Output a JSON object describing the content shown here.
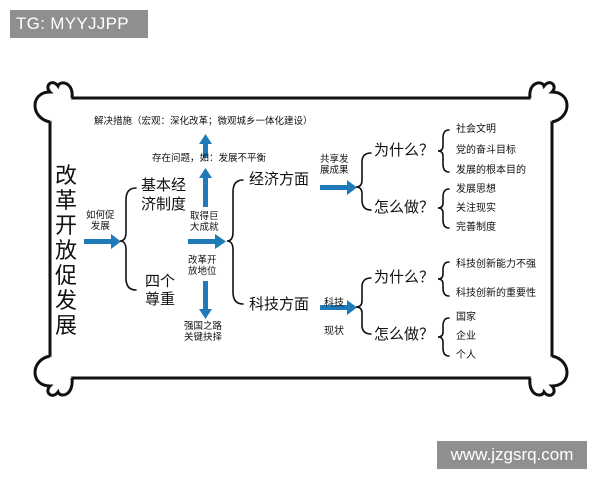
{
  "watermark_top": "TG: MYYJJPP",
  "watermark_bottom": "www.jzgsrq.com",
  "colors": {
    "arrow": "#1f7ab8",
    "line": "#111111",
    "frame": "#111111",
    "watermark_bg": "#8f8f8f"
  },
  "root": {
    "title": "改革开放促发展"
  },
  "arrows": {
    "how": "如何促\n发展",
    "achieve": "取得巨\n大成就",
    "share": "共享发\n展成果",
    "status": "科技\n现状"
  },
  "left_branch": {
    "top": "基本经\n济制度",
    "bottom": "四个\n尊重"
  },
  "mid": {
    "measures": "解决措施（宏观：深化改革；微观城乡一体化建设）",
    "problems": "存在问题，如：发展不平衡",
    "position": "改革开\n放地位",
    "key": "强国之路\n关键抉择"
  },
  "economy": {
    "title": "经济方面",
    "why": {
      "label": "为什么？",
      "items": [
        "社会文明",
        "党的奋斗目标",
        "发展的根本目的"
      ]
    },
    "how": {
      "label": "怎么做？",
      "items": [
        "发展思想",
        "关注现实",
        "完善制度"
      ]
    }
  },
  "tech": {
    "title": "科技方面",
    "why": {
      "label": "为什么？",
      "items": [
        "科技创新能力不强",
        "科技创新的重要性"
      ]
    },
    "how": {
      "label": "怎么做？",
      "items": [
        "国家",
        "企业",
        "个人"
      ]
    }
  }
}
